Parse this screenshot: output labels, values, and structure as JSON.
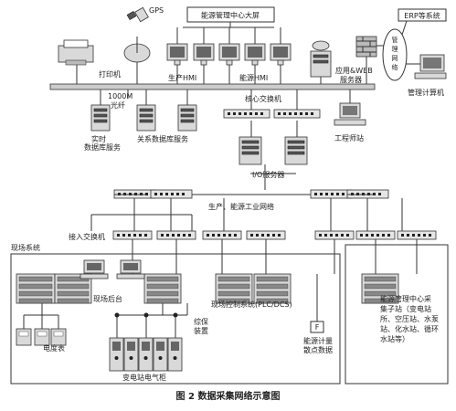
{
  "labels": {
    "screen": "能源管理中心大屏",
    "erp": "ERP等系统",
    "gps": "GPS",
    "firewall": "防火墙",
    "mgmt_network": "管理网络",
    "printer": "打印机",
    "prod_hmi": "生产HMI",
    "energy_hmi": "能源HMI",
    "app_web": "应用&WEB",
    "app_web2": "服务器",
    "mgmt_pc": "管理计算机",
    "fiber": "1000M",
    "fiber2": "光纤",
    "core_switch": "核心交换机",
    "rtdb": "实时",
    "rtdb2": "数据库服务",
    "reldb": "关系数据库服务",
    "eng_station": "工程师站",
    "io_server": "I/O服务器",
    "industrial_net": "生产、能源工业网络",
    "access_switch": "接入交换机",
    "field_system": "现场系统",
    "field_backstage": "现场后台",
    "field_control": "现场控制系统(PLC/DCS)",
    "meter": "电度表",
    "integrated": "综保",
    "integrated2": "装置",
    "substation_cabinet": "变电站电气柜",
    "f_label": "F",
    "metering1": "能源计量",
    "metering2": "散点数据",
    "substation_title1": "能源管理中心采",
    "substation_title2": "集子站（变电站",
    "substation_title3": "所、空压站、水泵",
    "substation_title4": "站、化水站、循环",
    "substation_title5": "水站等）",
    "caption": "图 2    数据采集网络示意图"
  }
}
